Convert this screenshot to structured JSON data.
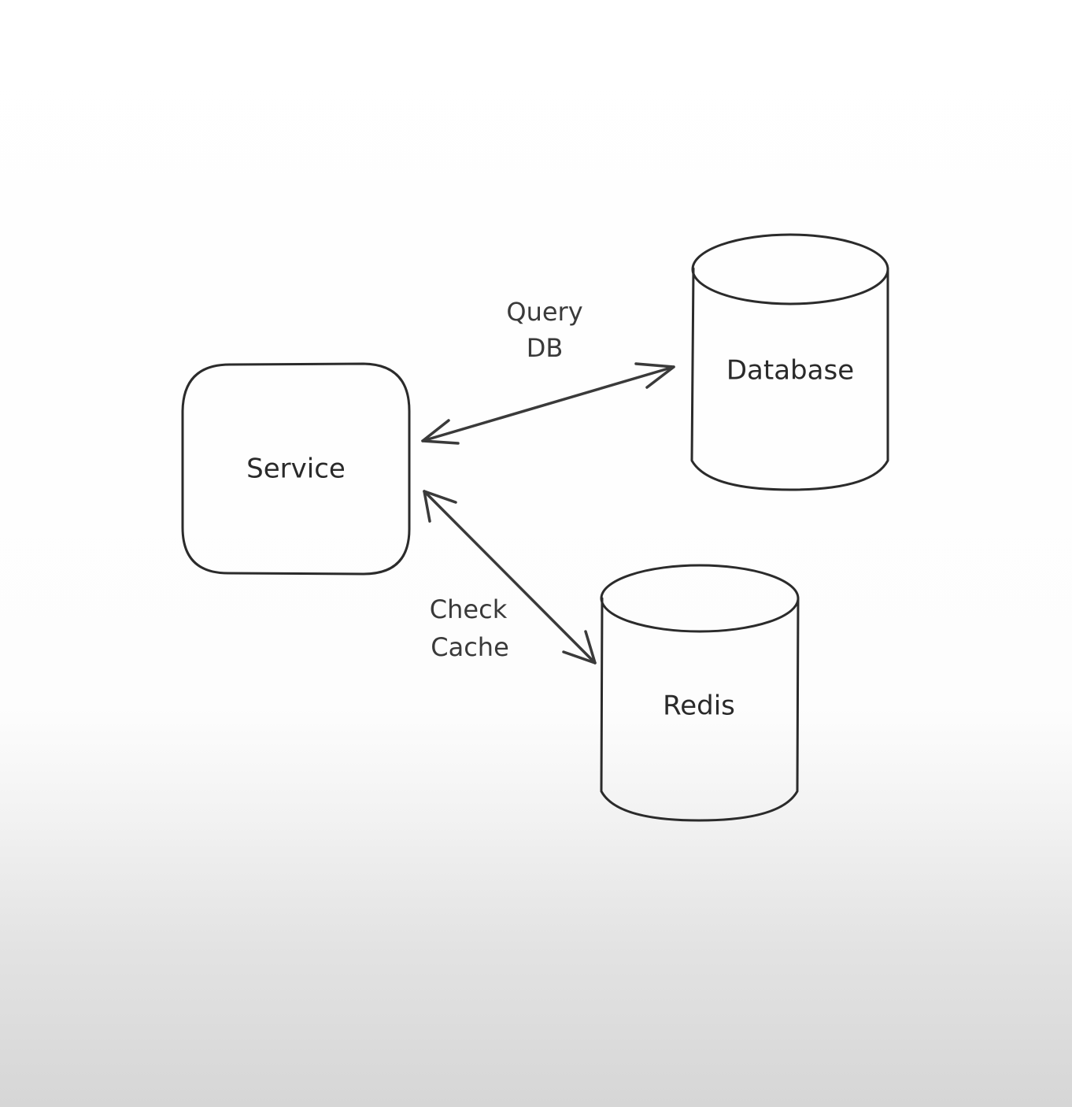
{
  "nodes": {
    "service": {
      "label": "Service",
      "shape": "rounded-rectangle"
    },
    "database": {
      "label": "Database",
      "shape": "cylinder"
    },
    "redis": {
      "label": "Redis",
      "shape": "cylinder"
    }
  },
  "edges": {
    "query_db": {
      "from": "Service",
      "to": "Database",
      "direction": "bidirectional",
      "label_line1": "Query",
      "label_line2": "DB"
    },
    "check_cache": {
      "from": "Service",
      "to": "Redis",
      "direction": "bidirectional",
      "label_line1": "Check",
      "label_line2": "Cache"
    }
  },
  "colors": {
    "stroke": "#2b2b2b",
    "background_top": "#ffffff",
    "background_bottom": "#d6d6d6"
  }
}
